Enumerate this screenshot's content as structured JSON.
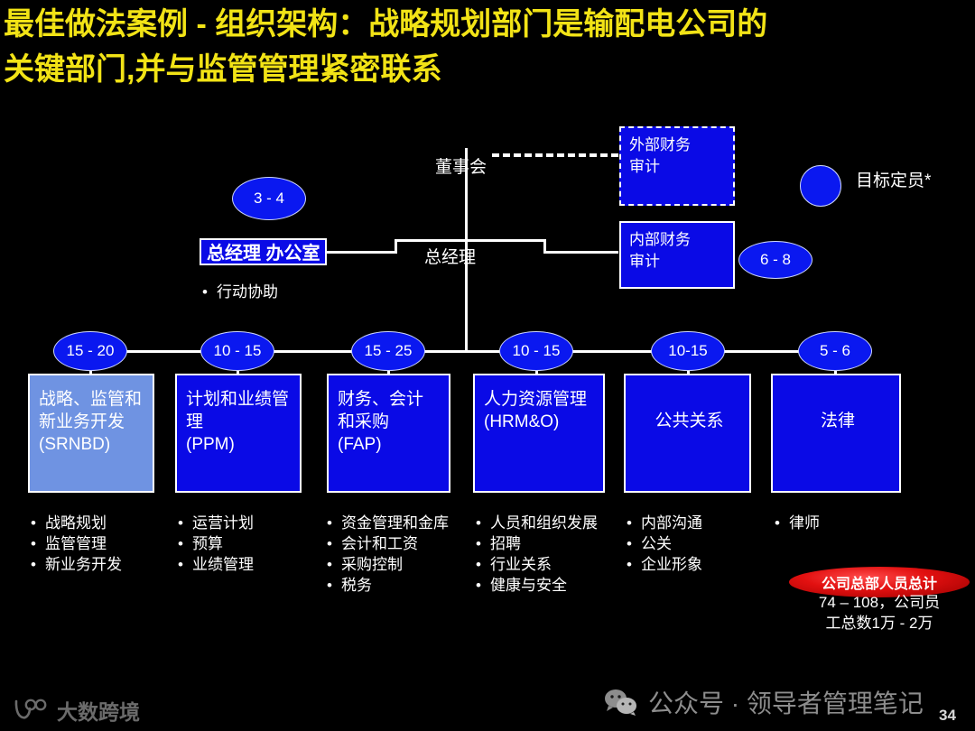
{
  "title": "最佳做法案例 - 组织架构：战略规划部门是输配电公司的\n关键部门,并与监管管理紧密联系",
  "colors": {
    "title_yellow": "#F2E316",
    "node_blue": "#0A0AE6",
    "light_blue": "#6F93E2",
    "ellipse_blue": "#0A18F0",
    "total_red": "#E21010",
    "background": "#000000"
  },
  "top": {
    "board_label": "董事会",
    "gm_label": "总经理",
    "external_audit": "外部财务\n审计",
    "internal_audit": "内部财务\n审计",
    "gm_office_label": "总经理 办公室",
    "gm_office_ellipse": "3 - 4",
    "internal_audit_ellipse": "6 - 8",
    "gm_office_bullet": "行动协助"
  },
  "legend": {
    "label": "目标定员*"
  },
  "departments": [
    {
      "headcount": "15 - 20",
      "name": "战略、监管和\n新业务开发\n(SRNBD)",
      "highlight": true,
      "centered": false,
      "bullets": [
        "战略规划",
        "监管管理",
        "新业务开发"
      ]
    },
    {
      "headcount": "10 - 15",
      "name": "计划和业绩管\n理\n(PPM)",
      "highlight": false,
      "centered": false,
      "bullets": [
        "运营计划",
        "预算",
        "业绩管理"
      ]
    },
    {
      "headcount": "15 - 25",
      "name": "财务、会计\n和采购\n(FAP)",
      "highlight": false,
      "centered": false,
      "bullets": [
        "资金管理和金库",
        "会计和工资",
        "采购控制",
        "税务"
      ]
    },
    {
      "headcount": "10 - 15",
      "name": "人力资源管理\n(HRM&O)",
      "highlight": false,
      "centered": false,
      "bullets": [
        "人员和组织发展",
        "招聘",
        "行业关系",
        "健康与安全"
      ]
    },
    {
      "headcount": "10-15",
      "name": "公共关系",
      "highlight": false,
      "centered": true,
      "bullets": [
        "内部沟通",
        "公关",
        "企业形象"
      ]
    },
    {
      "headcount": "5 - 6",
      "name": "法律",
      "highlight": false,
      "centered": true,
      "bullets": [
        "律师"
      ]
    }
  ],
  "total_callout": {
    "ellipse_label": "公司总部人员总计",
    "detail_line1": "74 – 108，公司员",
    "detail_line2": "工总数1万 - 2万"
  },
  "footer": {
    "brand": "大数跨境",
    "wechat": "公众号 · 领导者管理笔记",
    "page_number": "34"
  }
}
